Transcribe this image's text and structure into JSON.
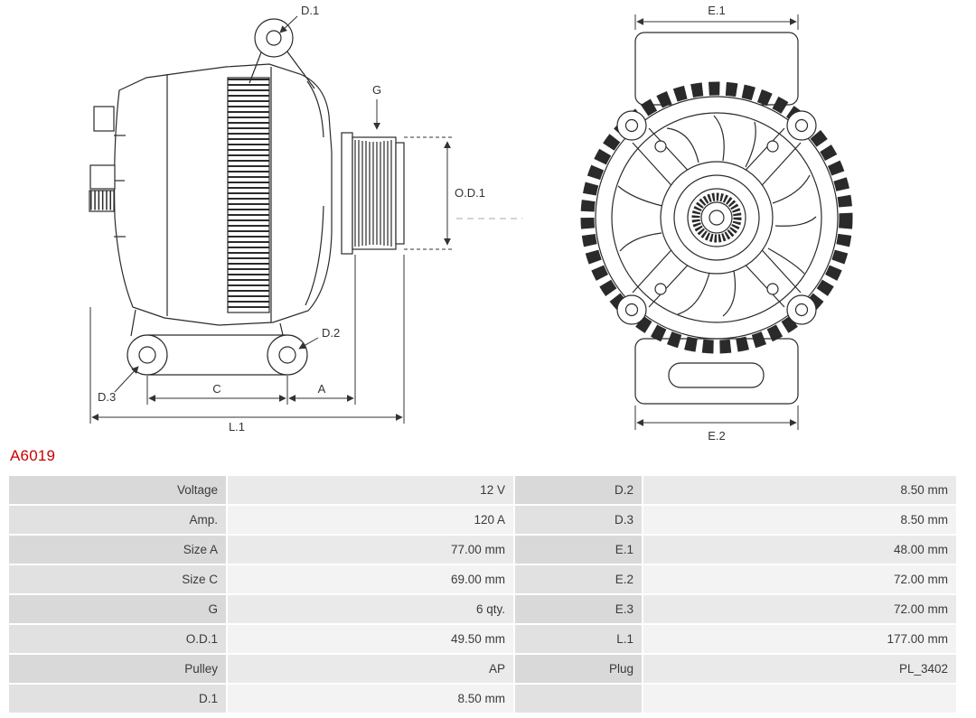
{
  "part_number": "A6019",
  "colors": {
    "accent_red": "#cc0000",
    "table_label_bg": "#d9d9d9",
    "table_value_bg": "#eaeaea",
    "line_color": "#2a2a2a"
  },
  "diagram_labels": {
    "d1": "D.1",
    "d2": "D.2",
    "d3": "D.3",
    "g": "G",
    "od1": "O.D.1",
    "c": "C",
    "a": "A",
    "l1": "L.1",
    "e1": "E.1",
    "e2": "E.2"
  },
  "spec_table": {
    "rows": [
      {
        "l1": "Voltage",
        "v1": "12 V",
        "l2": "D.2",
        "v2": "8.50 mm"
      },
      {
        "l1": "Amp.",
        "v1": "120 A",
        "l2": "D.3",
        "v2": "8.50 mm"
      },
      {
        "l1": "Size A",
        "v1": "77.00 mm",
        "l2": "E.1",
        "v2": "48.00 mm"
      },
      {
        "l1": "Size C",
        "v1": "69.00 mm",
        "l2": "E.2",
        "v2": "72.00 mm"
      },
      {
        "l1": "G",
        "v1": "6 qty.",
        "l2": "E.3",
        "v2": "72.00 mm"
      },
      {
        "l1": "O.D.1",
        "v1": "49.50 mm",
        "l2": "L.1",
        "v2": "177.00 mm"
      },
      {
        "l1": "Pulley",
        "v1": "AP",
        "l2": "Plug",
        "v2": "PL_3402"
      },
      {
        "l1": "D.1",
        "v1": "8.50 mm",
        "l2": "",
        "v2": ""
      }
    ]
  }
}
